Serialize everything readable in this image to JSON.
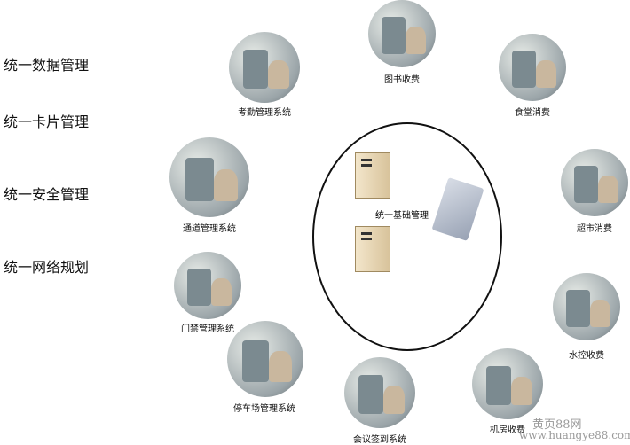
{
  "left_labels": [
    "统一数据管理",
    "统一卡片管理",
    "统一安全管理",
    "统一网络规划"
  ],
  "center_label": "统一基础管理",
  "systems": [
    "图书收费",
    "考勤管理系统",
    "食堂消费",
    "通道管理系统",
    "超市消费",
    "门禁管理系统",
    "水控收费",
    "停车场管理系统",
    "会议签到系统",
    "机房收费"
  ],
  "watermark": {
    "name": "黄页88网",
    "url": "www.huangye88.com"
  }
}
